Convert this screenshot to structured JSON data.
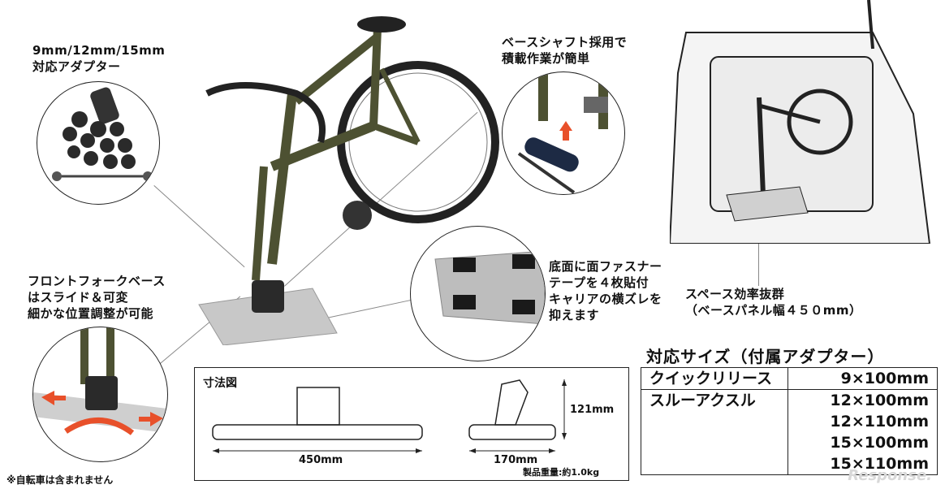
{
  "callouts": {
    "adapter": "9mm/12mm/15mm\n対応アダプター",
    "shaft": "ベースシャフト採用で\n積載作業が簡単",
    "fork_base": "フロントフォークベース\nはスライド＆可変\n細かな位置調整が可能",
    "fastener": "底面に面ファスナー\nテープを４枚貼付\nキャリアの横ズレを\n抑えます",
    "space": "スペース効率抜群\n（ベースパネル幅４５０mm）"
  },
  "dimensions": {
    "title": "寸法図",
    "width": "450mm",
    "depth": "170mm",
    "height": "121mm",
    "weight": "製品重量:約1.0kg"
  },
  "sizes": {
    "title": "対応サイズ（付属アダプター）",
    "rows": [
      {
        "type": "クイックリリース",
        "values": [
          "9×100mm"
        ]
      },
      {
        "type": "スルーアクスル",
        "values": [
          "12×100mm",
          "12×110mm",
          "15×100mm",
          "15×110mm"
        ]
      }
    ]
  },
  "note": "※自転車は含まれません",
  "watermark": "Response.",
  "colors": {
    "frame": "#4d5132",
    "accent_arrow": "#e8502a",
    "rail": "#c8c8c8"
  }
}
